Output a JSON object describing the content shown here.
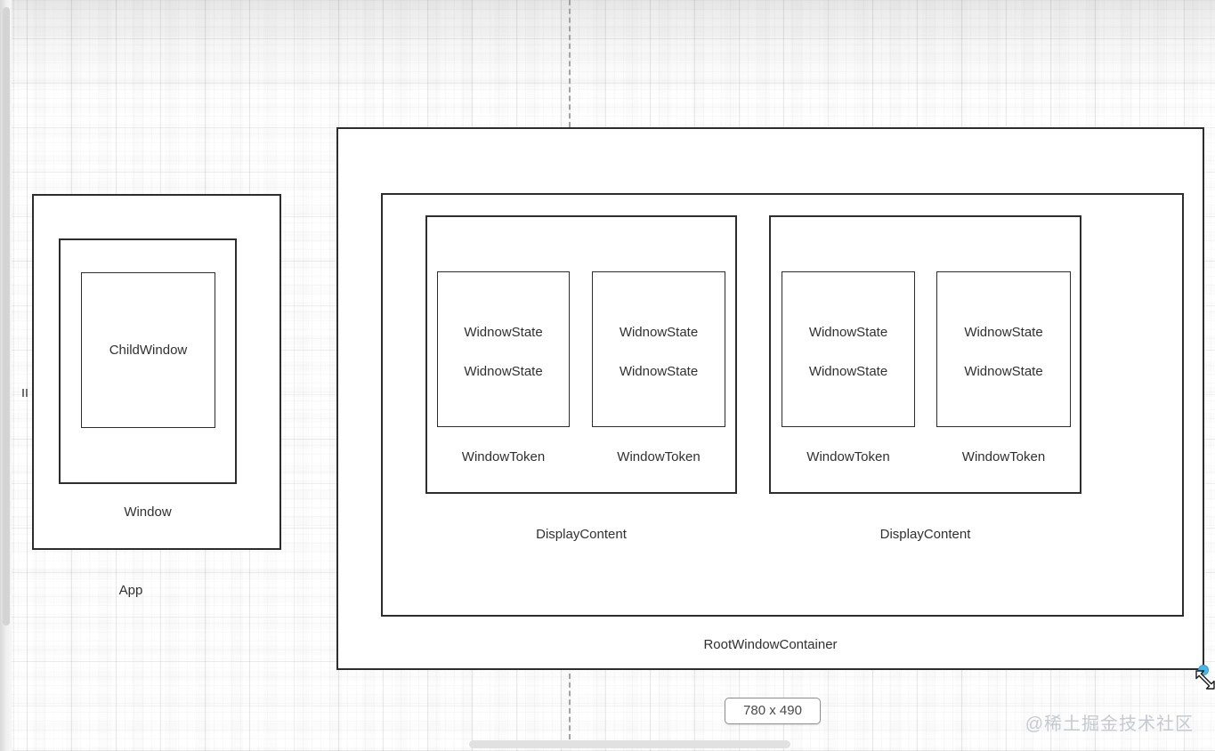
{
  "canvas": {
    "size_badge": "780 x 490",
    "watermark": "@稀土掘金技术社区",
    "handle_color": "#47b8e8",
    "box_border_color": "#2d2d2d",
    "grid_major_color": "#e8e8e8"
  },
  "app_tree": {
    "app_label": "App",
    "window_label": "Window",
    "child_window_label": "ChildWindow"
  },
  "root_tree": {
    "root_label": "RootWindowContainer",
    "display_contents": [
      {
        "label": "DisplayContent",
        "window_tokens": [
          {
            "label": "WindowToken",
            "window_states": [
              "WidnowState",
              "WidnowState"
            ]
          },
          {
            "label": "WindowToken",
            "window_states": [
              "WidnowState",
              "WidnowState"
            ]
          }
        ]
      },
      {
        "label": "DisplayContent",
        "window_tokens": [
          {
            "label": "WindowToken",
            "window_states": [
              "WidnowState",
              "WidnowState"
            ]
          },
          {
            "label": "WindowToken",
            "window_states": [
              "WidnowState",
              "WidnowState"
            ]
          }
        ]
      }
    ]
  }
}
